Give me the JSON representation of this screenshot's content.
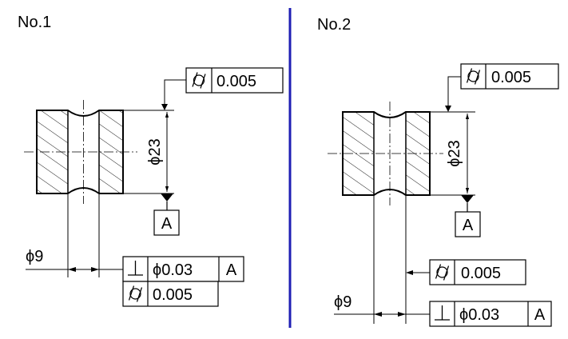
{
  "figure_1": {
    "title": "No.1",
    "diameter_outer": "ϕ23",
    "datum": "A",
    "diameter_inner": "ϕ9",
    "cylindricity_top": {
      "symbol": "cylindricity-icon",
      "value": "0.005"
    },
    "perpendicularity": {
      "symbol": "perpendicularity-icon",
      "value": "ϕ0.03",
      "datum": "A"
    },
    "cylindricity_bottom": {
      "symbol": "cylindricity-icon",
      "value": "0.005"
    }
  },
  "figure_2": {
    "title": "No.2",
    "diameter_outer": "ϕ23",
    "datum": "A",
    "diameter_inner": "ϕ9",
    "cylindricity_top": {
      "symbol": "cylindricity-icon",
      "value": "0.005"
    },
    "cylindricity_bore": {
      "symbol": "cylindricity-icon",
      "value": "0.005"
    },
    "perpendicularity": {
      "symbol": "perpendicularity-icon",
      "value": "ϕ0.03",
      "datum": "A"
    }
  },
  "colors": {
    "divider": "#1f1fb4",
    "line": "#000000"
  }
}
